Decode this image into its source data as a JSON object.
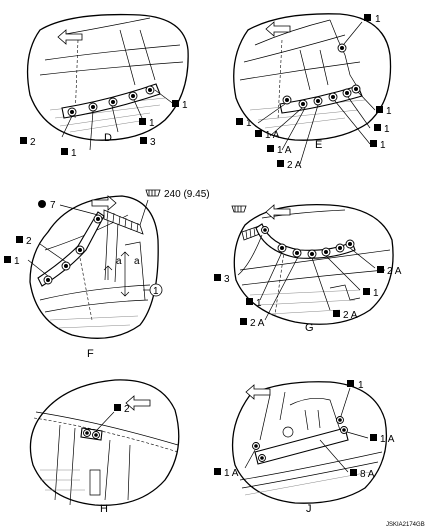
{
  "panels": {
    "D": {
      "label": "D",
      "callouts": [
        {
          "qty": "1"
        },
        {
          "qty": "1"
        },
        {
          "qty": "3"
        },
        {
          "qty": "2"
        },
        {
          "qty": "1"
        }
      ]
    },
    "E": {
      "label": "E",
      "callouts": [
        {
          "qty": "1"
        },
        {
          "qty": "1"
        },
        {
          "qty": "1"
        },
        {
          "qty": "1"
        },
        {
          "qty": "1 A"
        },
        {
          "qty": "1 A"
        },
        {
          "qty": "2 A"
        },
        {
          "qty": "1"
        }
      ]
    },
    "F": {
      "label": "F",
      "callouts": [
        {
          "qty": "7"
        },
        {
          "qty": "2"
        },
        {
          "qty": "1"
        }
      ],
      "sealant": "240 (9.45)",
      "dimension": "a",
      "circle_ref": "1"
    },
    "G": {
      "label": "G",
      "callouts": [
        {
          "qty": "3"
        },
        {
          "qty": "1"
        },
        {
          "qty": "2 A"
        },
        {
          "qty": "2 A"
        },
        {
          "qty": "1"
        },
        {
          "qty": "2 A"
        }
      ]
    },
    "H": {
      "label": "H",
      "callouts": [
        {
          "qty": "2"
        }
      ]
    },
    "J": {
      "label": "J",
      "callouts": [
        {
          "qty": "1"
        },
        {
          "qty": "1 A"
        },
        {
          "qty": "1 A"
        },
        {
          "qty": "8 A"
        }
      ]
    }
  },
  "figure_code": "JSKIA2174GB"
}
